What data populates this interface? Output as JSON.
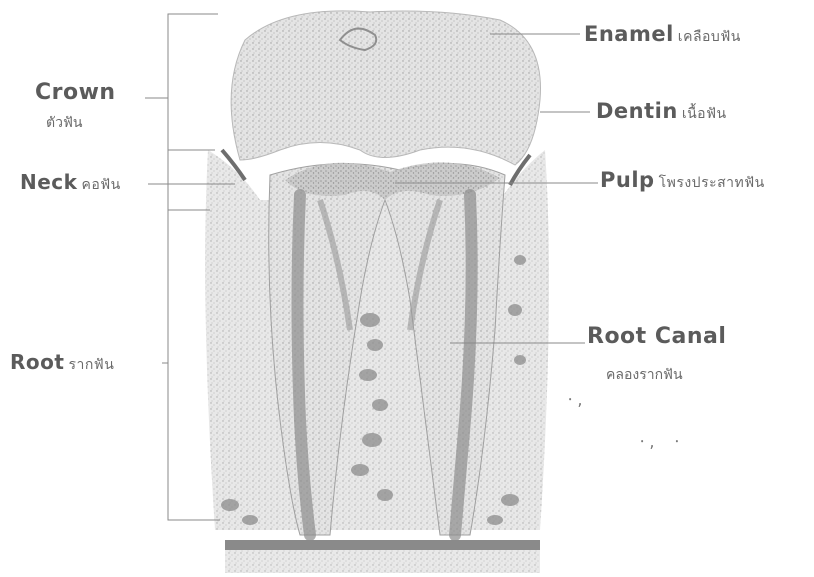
{
  "labels": {
    "enamel": {
      "en": "Enamel",
      "th": "เคลือบฟัน"
    },
    "dentin": {
      "en": "Dentin",
      "th": "เนื้อฟัน"
    },
    "pulp": {
      "en": "Pulp",
      "th": "โพรงประสาทฟัน"
    },
    "root_canal": {
      "en": "Root Canal",
      "th": "คลองรากฟัน"
    },
    "crown": {
      "en": "Crown",
      "th": "ตัวฟัน"
    },
    "neck": {
      "en": "Neck",
      "th": "คอฟัน"
    },
    "root": {
      "en": "Root",
      "th": "รากฟัน"
    }
  },
  "colors": {
    "tooth_fill": "#d9d9d9",
    "tooth_edge": "#9a9a9a",
    "bone": "#a8a8a8",
    "text": "#5b5b5b"
  }
}
